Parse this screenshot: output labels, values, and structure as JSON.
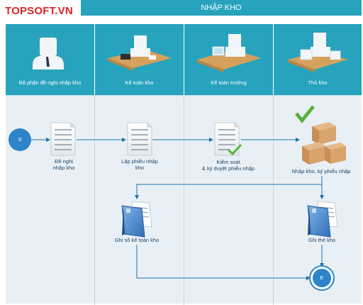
{
  "brand": {
    "logo_text": "TOPSOFT.VN"
  },
  "diagram": {
    "title": "NHẬP KHO",
    "lanes": [
      {
        "label": "Bộ phận đề nghị nhập kho"
      },
      {
        "label": "Kế toán kho"
      },
      {
        "label": "Kế toán trưởng"
      },
      {
        "label": "Thủ kho"
      }
    ],
    "nodes": {
      "start": "S",
      "request": [
        "Đề nghị",
        "nhập kho"
      ],
      "create_slip": [
        "Lập phiếu nhập",
        "kho"
      ],
      "approve": [
        "Kiểm soát",
        "& ký duyệt phiếu nhập"
      ],
      "receive": "Nhập kho, ký phiếu nhập",
      "ledger": "Ghi sổ kế toán kho",
      "stock_card": "Ghi thẻ kho",
      "end": "E"
    }
  },
  "colors": {
    "header": "#27a3bd",
    "lane": "#e9f0f5",
    "connector": "#1f6fa6",
    "node": "#2d84c8",
    "logo": "#d8232a"
  }
}
